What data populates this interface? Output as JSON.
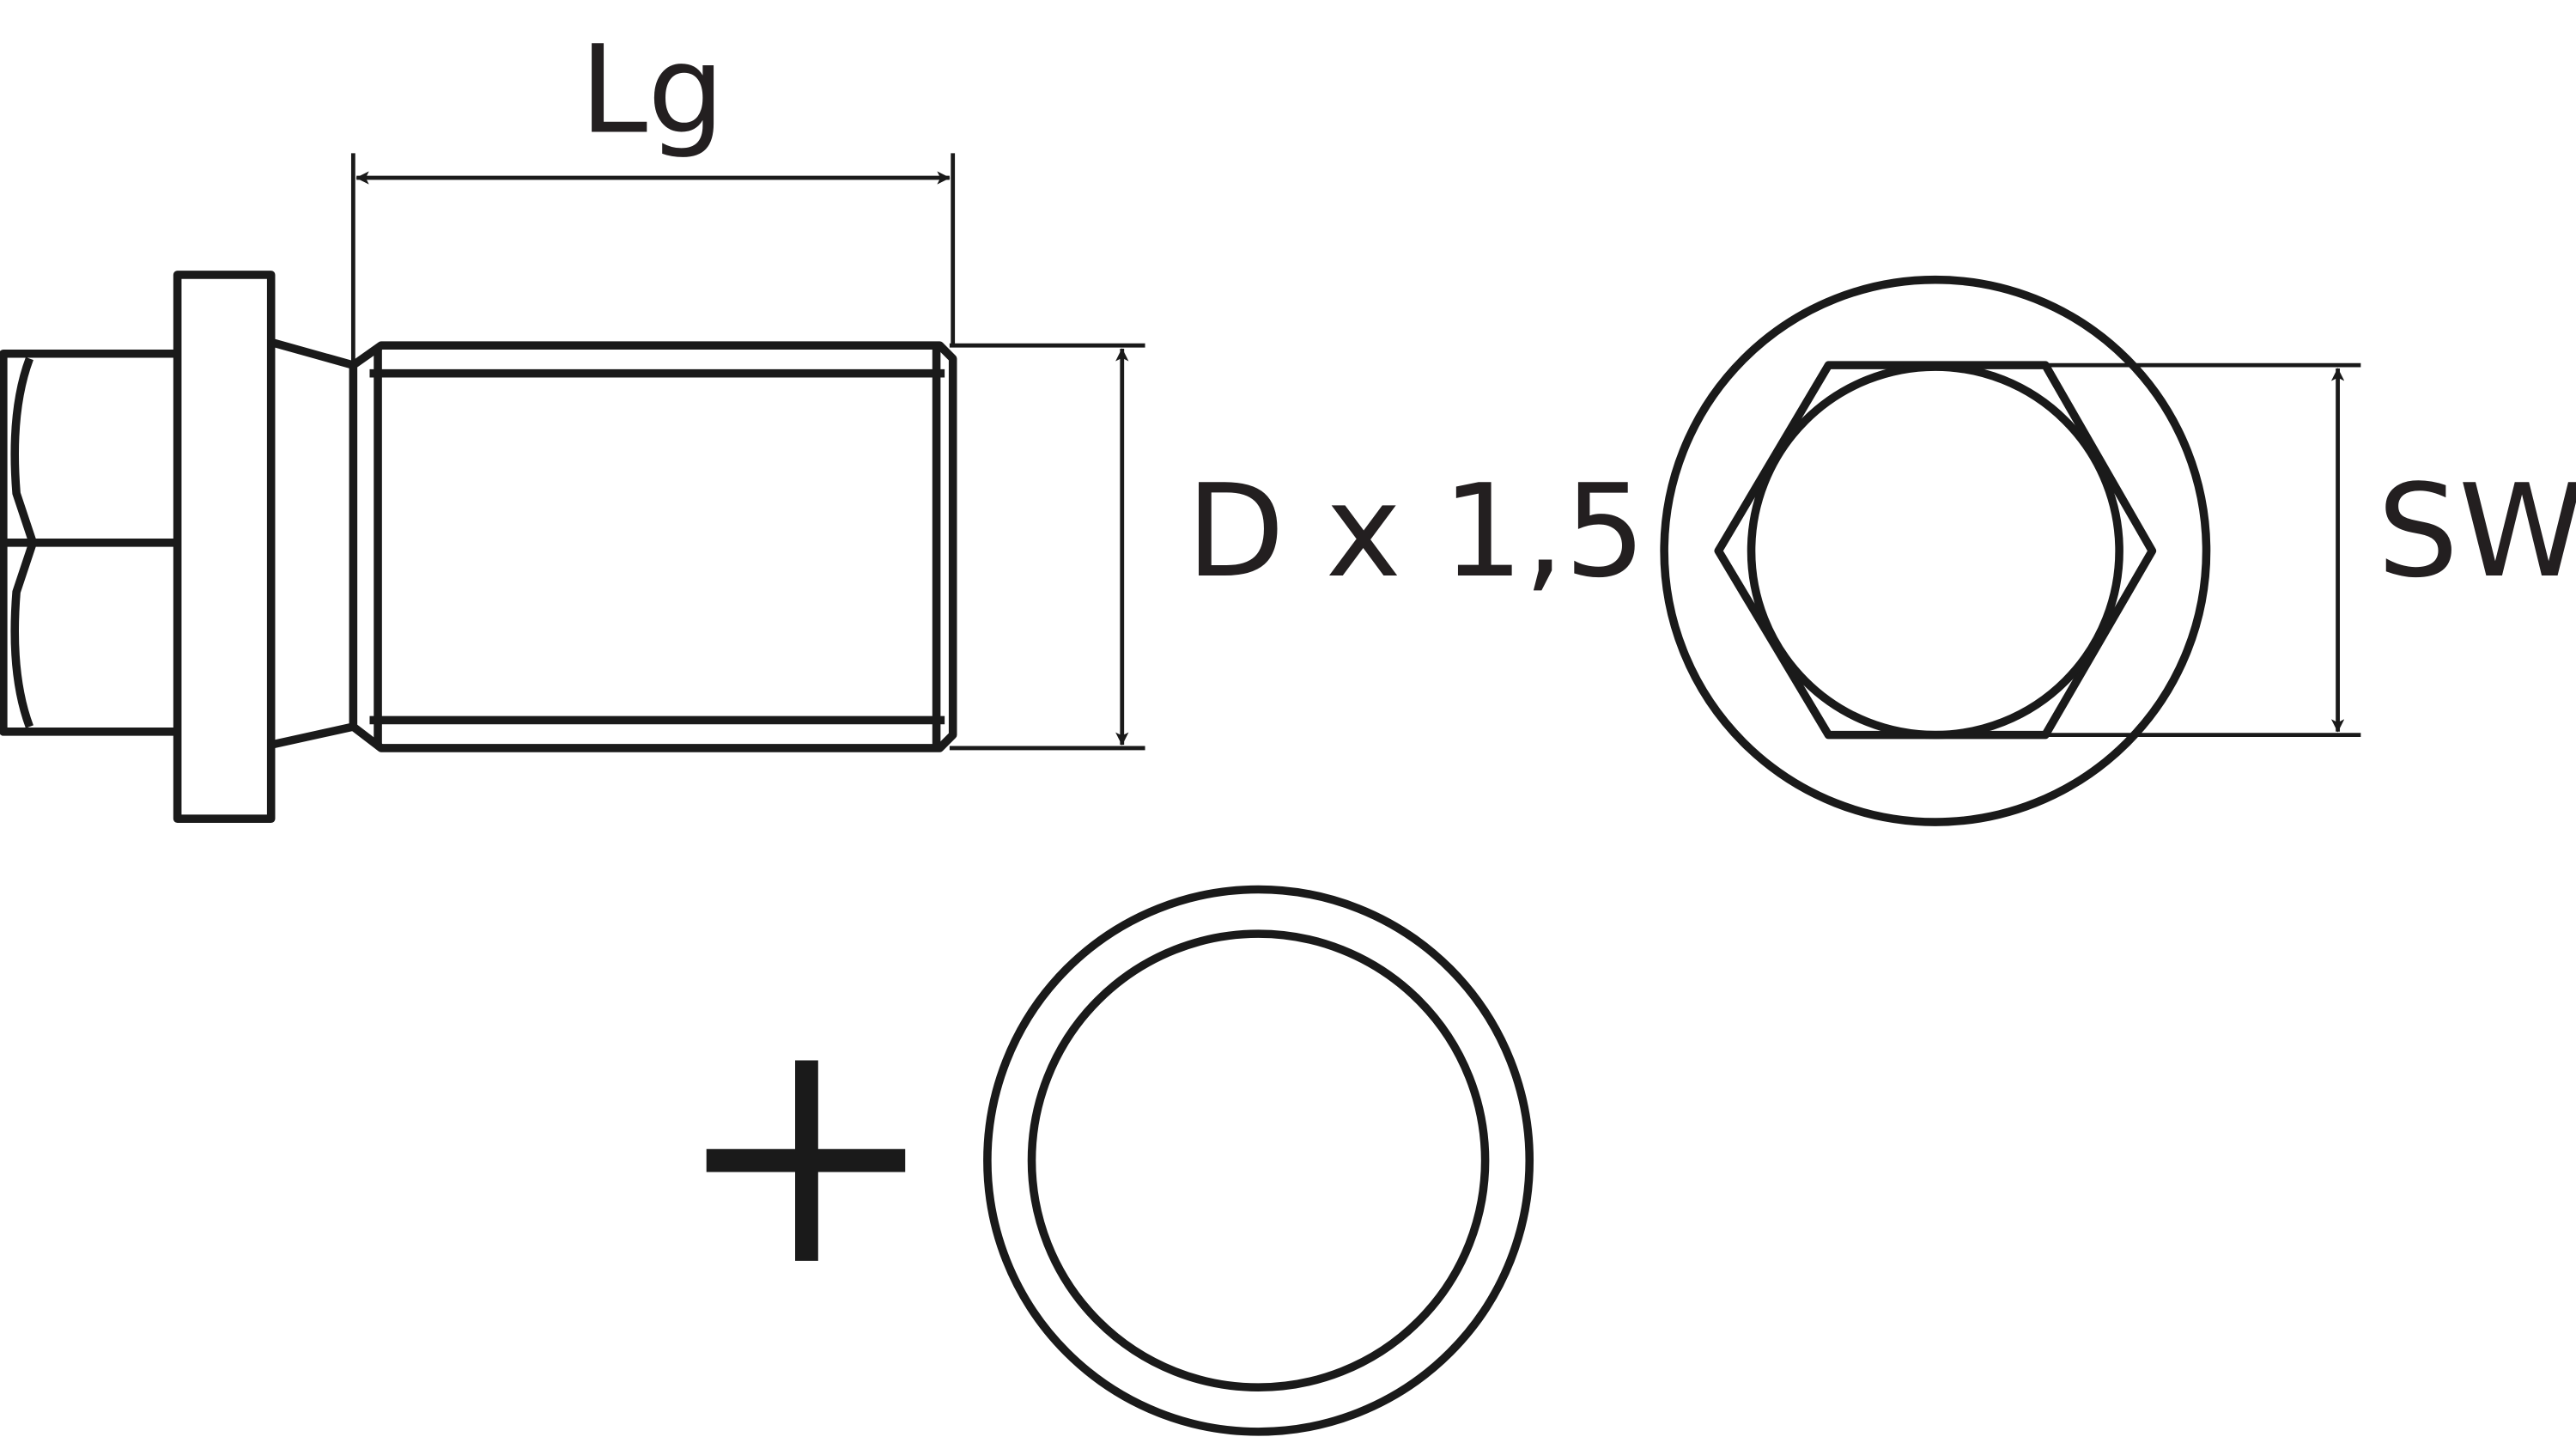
{
  "labels": {
    "length": "Lg",
    "diameter": "D x 1,5",
    "wrench_size": "SW"
  },
  "colors": {
    "line": "#1a1a1a",
    "text": "#231f20",
    "background": "#ffffff"
  }
}
